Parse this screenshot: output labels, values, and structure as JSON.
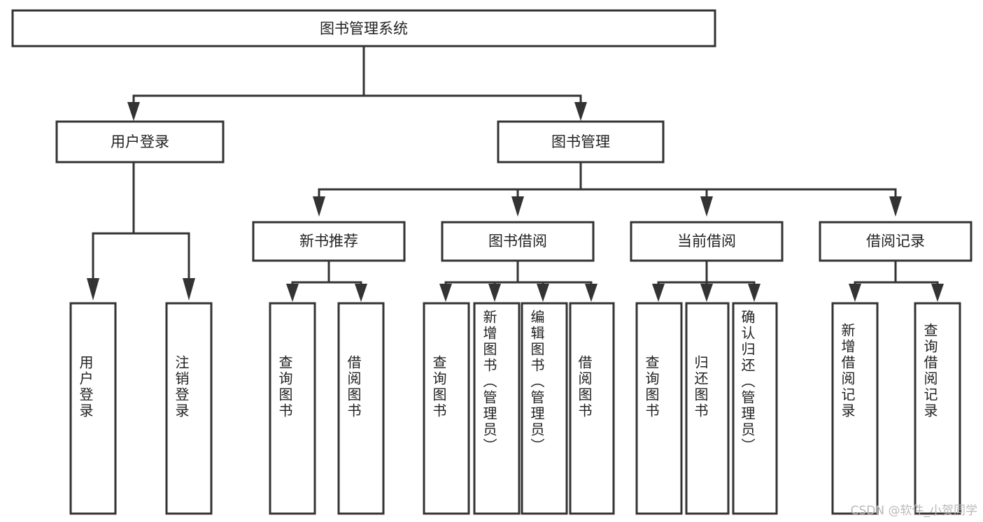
{
  "diagram": {
    "type": "tree",
    "title": "图书管理系统",
    "root": {
      "id": "root",
      "label": "图书管理系统",
      "orientation": "horizontal"
    },
    "level2": [
      {
        "id": "user-login",
        "label": "用户登录",
        "orientation": "horizontal"
      },
      {
        "id": "book-manage",
        "label": "图书管理",
        "orientation": "horizontal"
      }
    ],
    "level3": [
      {
        "id": "new-book-recommend",
        "label": "新书推荐",
        "orientation": "horizontal",
        "parent": "book-manage"
      },
      {
        "id": "book-borrow",
        "label": "图书借阅",
        "orientation": "horizontal",
        "parent": "book-manage"
      },
      {
        "id": "current-borrow",
        "label": "当前借阅",
        "orientation": "horizontal",
        "parent": "book-manage"
      },
      {
        "id": "borrow-record",
        "label": "借阅记录",
        "orientation": "horizontal",
        "parent": "book-manage"
      }
    ],
    "leaves": [
      {
        "id": "leaf-user-login",
        "label": "用户登录",
        "orientation": "vertical",
        "parent": "user-login"
      },
      {
        "id": "leaf-user-logout",
        "label": "注销登录",
        "orientation": "vertical",
        "parent": "user-login"
      },
      {
        "id": "leaf-query-book-rec",
        "label": "查询图书",
        "orientation": "vertical",
        "parent": "new-book-recommend"
      },
      {
        "id": "leaf-borrow-book-rec",
        "label": "借阅图书",
        "orientation": "vertical",
        "parent": "new-book-recommend"
      },
      {
        "id": "leaf-query-book-borrow",
        "label": "查询图书",
        "orientation": "vertical",
        "parent": "book-borrow"
      },
      {
        "id": "leaf-add-book-admin",
        "label": "新增图书（管理员）",
        "orientation": "vertical",
        "parent": "book-borrow"
      },
      {
        "id": "leaf-edit-book-admin",
        "label": "编辑图书（管理员）",
        "orientation": "vertical",
        "parent": "book-borrow"
      },
      {
        "id": "leaf-borrow-book",
        "label": "借阅图书",
        "orientation": "vertical",
        "parent": "book-borrow"
      },
      {
        "id": "leaf-query-book-current",
        "label": "查询图书",
        "orientation": "vertical",
        "parent": "current-borrow"
      },
      {
        "id": "leaf-return-book",
        "label": "归还图书",
        "orientation": "vertical",
        "parent": "current-borrow"
      },
      {
        "id": "leaf-confirm-return-admin",
        "label": "确认归还（管理员）",
        "orientation": "vertical",
        "parent": "current-borrow"
      },
      {
        "id": "leaf-add-borrow-record",
        "label": "新增借阅记录",
        "orientation": "vertical",
        "parent": "borrow-record"
      },
      {
        "id": "leaf-query-borrow-record",
        "label": "查询借阅记录",
        "orientation": "vertical",
        "parent": "borrow-record"
      }
    ],
    "colors": {
      "stroke": "#333333",
      "fill": "#ffffff",
      "text": "#222222",
      "watermark": "#b9b9b9",
      "background": "#ffffff"
    }
  },
  "watermark": {
    "text": "CSDN @软件_小贺同学"
  }
}
